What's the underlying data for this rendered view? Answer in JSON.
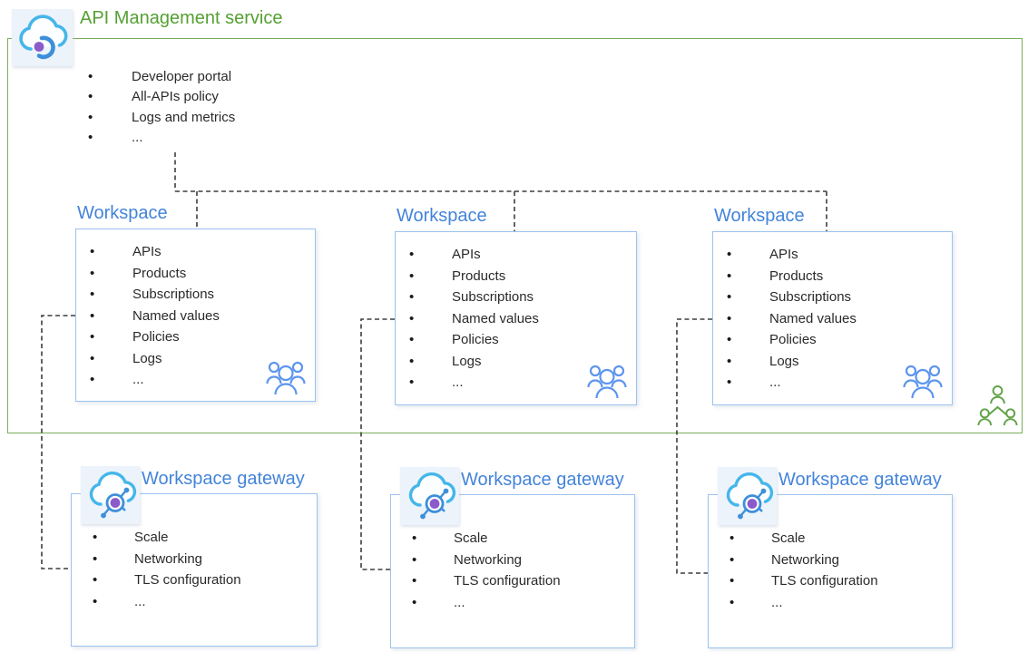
{
  "colors": {
    "service_green": "#55a033",
    "service_border": "#79ad5c",
    "workspace_blue": "#4484d9",
    "box_border": "#9cc3ef",
    "text": "#2a2a2a",
    "connector": "#3d3d3d",
    "people_blue": "#5d95ee",
    "people_green": "#62a347",
    "cloud_cyan": "#45b6e9",
    "cloud_blue": "#3e8fd9",
    "accent_purple": "#8b5bc9"
  },
  "service": {
    "title": "API Management service",
    "icon": "api-management-cloud-icon",
    "items": [
      "Developer portal",
      "All-APIs policy",
      "Logs and metrics",
      "..."
    ]
  },
  "workspaces": [
    {
      "title": "Workspace",
      "icon": "people-group-icon",
      "items": [
        "APIs",
        "Products",
        "Subscriptions",
        "Named values",
        "Policies",
        "Logs",
        "..."
      ]
    },
    {
      "title": "Workspace",
      "icon": "people-group-icon",
      "items": [
        "APIs",
        "Products",
        "Subscriptions",
        "Named values",
        "Policies",
        "Logs",
        "..."
      ]
    },
    {
      "title": "Workspace",
      "icon": "people-group-icon",
      "items": [
        "APIs",
        "Products",
        "Subscriptions",
        "Named values",
        "Policies",
        "Logs",
        "..."
      ]
    }
  ],
  "org_icon": "org-people-icon",
  "gateways": [
    {
      "title": "Workspace gateway",
      "icon": "workspace-gateway-cloud-icon",
      "items": [
        "Scale",
        "Networking",
        "TLS configuration",
        "..."
      ]
    },
    {
      "title": "Workspace gateway",
      "icon": "workspace-gateway-cloud-icon",
      "items": [
        "Scale",
        "Networking",
        "TLS configuration",
        "..."
      ]
    },
    {
      "title": "Workspace gateway",
      "icon": "workspace-gateway-cloud-icon",
      "items": [
        "Scale",
        "Networking",
        "TLS configuration",
        "..."
      ]
    }
  ]
}
